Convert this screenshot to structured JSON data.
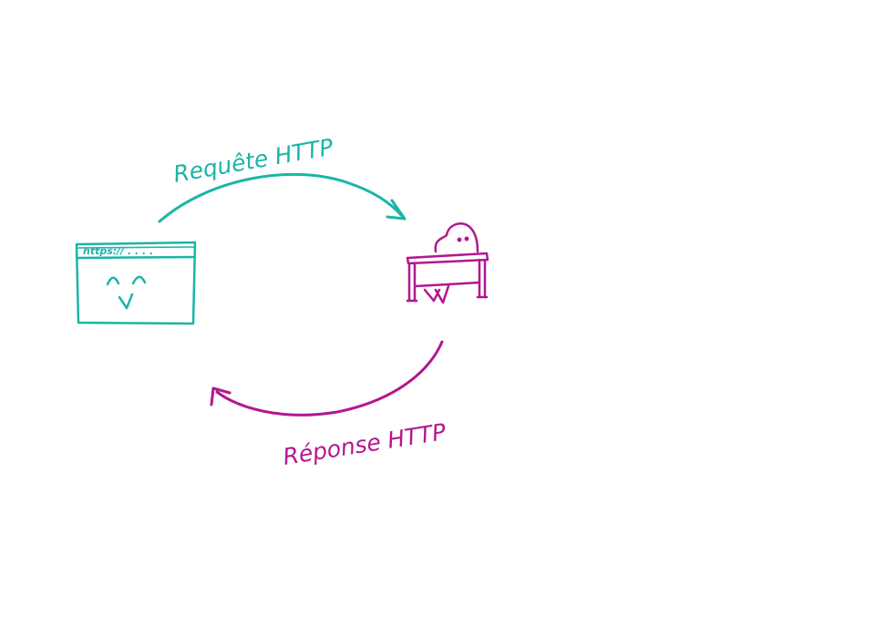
{
  "colors": {
    "client": "#1ab5a8",
    "server": "#b3178f"
  },
  "client": {
    "url_text": "https:// . . . .",
    "icon": "browser-window-smiley-icon"
  },
  "server": {
    "icon": "person-at-desk-icon"
  },
  "request": {
    "label": "Requête HTTP"
  },
  "response": {
    "label": "Réponse HTTP"
  }
}
